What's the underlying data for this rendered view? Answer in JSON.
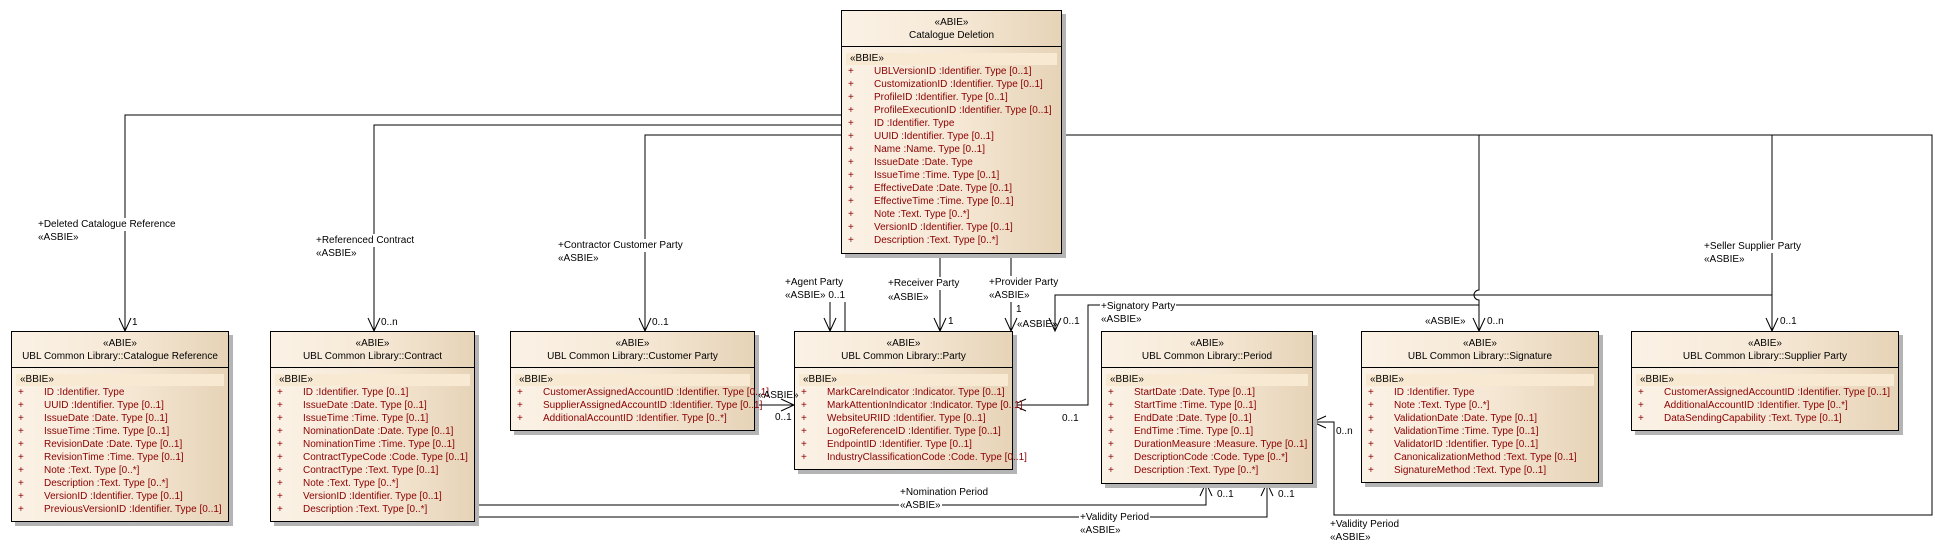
{
  "classes": [
    {
      "id": "cd",
      "stereotype": "«ABIE»",
      "name": "Catalogue Deletion",
      "attr_stereotype": "«BBIE»",
      "attributes": [
        {
          "vis": "+",
          "text": "UBLVersionID  :Identifier. Type [0..1]"
        },
        {
          "vis": "+",
          "text": "CustomizationID  :Identifier. Type [0..1]"
        },
        {
          "vis": "+",
          "text": "ProfileID  :Identifier. Type [0..1]"
        },
        {
          "vis": "+",
          "text": "ProfileExecutionID  :Identifier. Type [0..1]"
        },
        {
          "vis": "+",
          "text": "ID  :Identifier. Type"
        },
        {
          "vis": "+",
          "text": "UUID  :Identifier. Type [0..1]"
        },
        {
          "vis": "+",
          "text": "Name  :Name. Type [0..1]"
        },
        {
          "vis": "+",
          "text": "IssueDate  :Date. Type"
        },
        {
          "vis": "+",
          "text": "IssueTime  :Time. Type [0..1]"
        },
        {
          "vis": "+",
          "text": "EffectiveDate  :Date. Type [0..1]"
        },
        {
          "vis": "+",
          "text": "EffectiveTime  :Time. Type [0..1]"
        },
        {
          "vis": "+",
          "text": "Note  :Text. Type [0..*]"
        },
        {
          "vis": "+",
          "text": "VersionID  :Identifier. Type [0..1]"
        },
        {
          "vis": "+",
          "text": "Description  :Text. Type [0..*]"
        }
      ]
    },
    {
      "id": "catref",
      "stereotype": "«ABIE»",
      "name": "UBL Common Library::Catalogue Reference",
      "attr_stereotype": "«BBIE»",
      "attributes": [
        {
          "vis": "+",
          "text": "ID  :Identifier. Type"
        },
        {
          "vis": "+",
          "text": "UUID  :Identifier. Type [0..1]"
        },
        {
          "vis": "+",
          "text": "IssueDate  :Date. Type [0..1]"
        },
        {
          "vis": "+",
          "text": "IssueTime  :Time. Type [0..1]"
        },
        {
          "vis": "+",
          "text": "RevisionDate  :Date. Type [0..1]"
        },
        {
          "vis": "+",
          "text": "RevisionTime  :Time. Type [0..1]"
        },
        {
          "vis": "+",
          "text": "Note  :Text. Type [0..*]"
        },
        {
          "vis": "+",
          "text": "Description  :Text. Type [0..*]"
        },
        {
          "vis": "+",
          "text": "VersionID  :Identifier. Type [0..1]"
        },
        {
          "vis": "+",
          "text": "PreviousVersionID  :Identifier. Type [0..1]"
        }
      ]
    },
    {
      "id": "contract",
      "stereotype": "«ABIE»",
      "name": "UBL Common Library::Contract",
      "attr_stereotype": "«BBIE»",
      "attributes": [
        {
          "vis": "+",
          "text": "ID  :Identifier. Type [0..1]"
        },
        {
          "vis": "+",
          "text": "IssueDate  :Date. Type [0..1]"
        },
        {
          "vis": "+",
          "text": "IssueTime  :Time. Type [0..1]"
        },
        {
          "vis": "+",
          "text": "NominationDate  :Date. Type [0..1]"
        },
        {
          "vis": "+",
          "text": "NominationTime  :Time. Type [0..1]"
        },
        {
          "vis": "+",
          "text": "ContractTypeCode  :Code. Type [0..1]"
        },
        {
          "vis": "+",
          "text": "ContractType  :Text. Type [0..1]"
        },
        {
          "vis": "+",
          "text": "Note  :Text. Type [0..*]"
        },
        {
          "vis": "+",
          "text": "VersionID  :Identifier. Type [0..1]"
        },
        {
          "vis": "+",
          "text": "Description  :Text. Type [0..*]"
        }
      ]
    },
    {
      "id": "customer",
      "stereotype": "«ABIE»",
      "name": "UBL Common Library::Customer Party",
      "attr_stereotype": "«BBIE»",
      "attributes": [
        {
          "vis": "+",
          "text": "CustomerAssignedAccountID  :Identifier. Type [0..1]"
        },
        {
          "vis": "+",
          "text": "SupplierAssignedAccountID  :Identifier. Type [0..1]"
        },
        {
          "vis": "+",
          "text": "AdditionalAccountID  :Identifier. Type [0..*]"
        }
      ]
    },
    {
      "id": "party",
      "stereotype": "«ABIE»",
      "name": "UBL Common Library::Party",
      "attr_stereotype": "«BBIE»",
      "attributes": [
        {
          "vis": "+",
          "text": "MarkCareIndicator  :Indicator. Type [0..1]"
        },
        {
          "vis": "+",
          "text": "MarkAttentionIndicator  :Indicator. Type [0..1]"
        },
        {
          "vis": "+",
          "text": "WebsiteURIID  :Identifier. Type [0..1]"
        },
        {
          "vis": "+",
          "text": "LogoReferenceID  :Identifier. Type [0..1]"
        },
        {
          "vis": "+",
          "text": "EndpointID  :Identifier. Type [0..1]"
        },
        {
          "vis": "+",
          "text": "IndustryClassificationCode  :Code. Type [0..1]"
        }
      ]
    },
    {
      "id": "period",
      "stereotype": "«ABIE»",
      "name": "UBL Common Library::Period",
      "attr_stereotype": "«BBIE»",
      "attributes": [
        {
          "vis": "+",
          "text": "StartDate  :Date. Type [0..1]"
        },
        {
          "vis": "+",
          "text": "StartTime  :Time. Type [0..1]"
        },
        {
          "vis": "+",
          "text": "EndDate  :Date. Type [0..1]"
        },
        {
          "vis": "+",
          "text": "EndTime  :Time. Type [0..1]"
        },
        {
          "vis": "+",
          "text": "DurationMeasure  :Measure. Type [0..1]"
        },
        {
          "vis": "+",
          "text": "DescriptionCode  :Code. Type [0..*]"
        },
        {
          "vis": "+",
          "text": "Description  :Text. Type [0..*]"
        }
      ]
    },
    {
      "id": "signature",
      "stereotype": "«ABIE»",
      "name": "UBL Common Library::Signature",
      "attr_stereotype": "«BBIE»",
      "attributes": [
        {
          "vis": "+",
          "text": "ID  :Identifier. Type"
        },
        {
          "vis": "+",
          "text": "Note  :Text. Type [0..*]"
        },
        {
          "vis": "+",
          "text": "ValidationDate  :Date. Type [0..1]"
        },
        {
          "vis": "+",
          "text": "ValidationTime  :Time. Type [0..1]"
        },
        {
          "vis": "+",
          "text": "ValidatorID  :Identifier. Type [0..1]"
        },
        {
          "vis": "+",
          "text": "CanonicalizationMethod  :Text. Type [0..1]"
        },
        {
          "vis": "+",
          "text": "SignatureMethod  :Text. Type [0..1]"
        }
      ]
    },
    {
      "id": "supplier",
      "stereotype": "«ABIE»",
      "name": "UBL Common Library::Supplier Party",
      "attr_stereotype": "«BBIE»",
      "attributes": [
        {
          "vis": "+",
          "text": "CustomerAssignedAccountID  :Identifier. Type [0..1]"
        },
        {
          "vis": "+",
          "text": "AdditionalAccountID  :Identifier. Type [0..*]"
        },
        {
          "vis": "+",
          "text": "DataSendingCapability  :Text. Type [0..1]"
        }
      ]
    }
  ],
  "associations": [
    {
      "id": "deleted-catalogue-reference",
      "role": "+Deleted Catalogue Reference",
      "stereotype": "«ASBIE»",
      "multiplicity": "1"
    },
    {
      "id": "referenced-contract",
      "role": "+Referenced Contract",
      "stereotype": "«ASBIE»",
      "multiplicity": "0..n"
    },
    {
      "id": "contractor-customer-party",
      "role": "+Contractor Customer Party",
      "stereotype": "«ASBIE»",
      "multiplicity": "0..1"
    },
    {
      "id": "agent-party",
      "role": "+Agent Party",
      "stereotype": "«ASBIE» 0..1",
      "multiplicity": ""
    },
    {
      "id": "receiver-party",
      "role": "+Receiver Party",
      "stereotype": "«ASBIE»",
      "multiplicity": "1"
    },
    {
      "id": "provider-party",
      "role": "+Provider Party",
      "stereotype": "«ASBIE»",
      "multiplicity": "1"
    },
    {
      "id": "party-link",
      "role": "",
      "stereotype": "«ASBIE»",
      "multiplicity": "0..1"
    },
    {
      "id": "signatory-party",
      "role": "+Signatory Party",
      "stereotype": "«ASBIE»",
      "multiplicity": "0..1"
    },
    {
      "id": "signature",
      "role": "",
      "stereotype": "«ASBIE»",
      "multiplicity": "0..n"
    },
    {
      "id": "seller-supplier-party",
      "role": "+Seller Supplier Party",
      "stereotype": "«ASBIE»",
      "multiplicity": "0..1"
    },
    {
      "id": "customer-party-link",
      "role": "",
      "stereotype": "«ASBIE»",
      "multiplicity": "0..1"
    },
    {
      "id": "validity-period-deletion",
      "role": "+Validity Period",
      "stereotype": "«ASBIE»",
      "multiplicity": "0..n"
    },
    {
      "id": "nomination-period",
      "role": "+Nomination Period",
      "stereotype": "«ASBIE»",
      "multiplicity": "0..1"
    },
    {
      "id": "validity-period-contract",
      "role": "+Validity Period",
      "stereotype": "«ASBIE»",
      "multiplicity": "0..1"
    }
  ],
  "colors": {
    "attribute_text": "#8b0000",
    "class_fill_light": "#fbf2e6",
    "class_fill_dark": "#e6d3b7",
    "line": "#000000"
  }
}
